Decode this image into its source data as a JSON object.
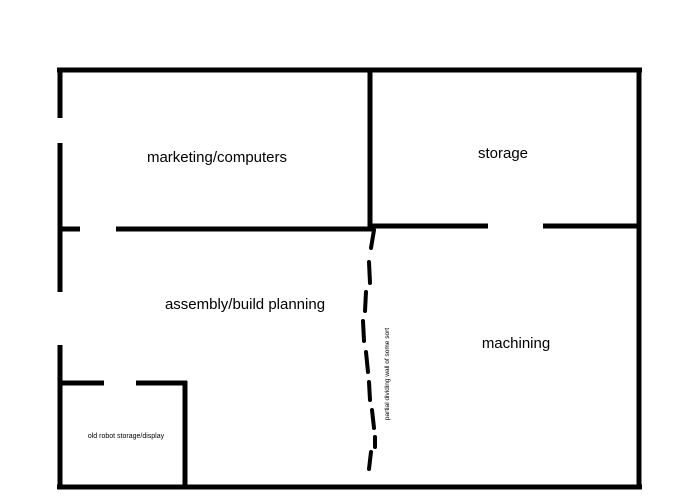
{
  "rooms": {
    "marketing": "marketing/computers",
    "storage": "storage",
    "assembly": "assembly/build planning",
    "machining": "machining",
    "old_robot": "old robot storage/display"
  },
  "partial_wall_note": "partial dividing wall of some sort",
  "colors": {
    "wall": "#000000",
    "background": "#ffffff"
  }
}
